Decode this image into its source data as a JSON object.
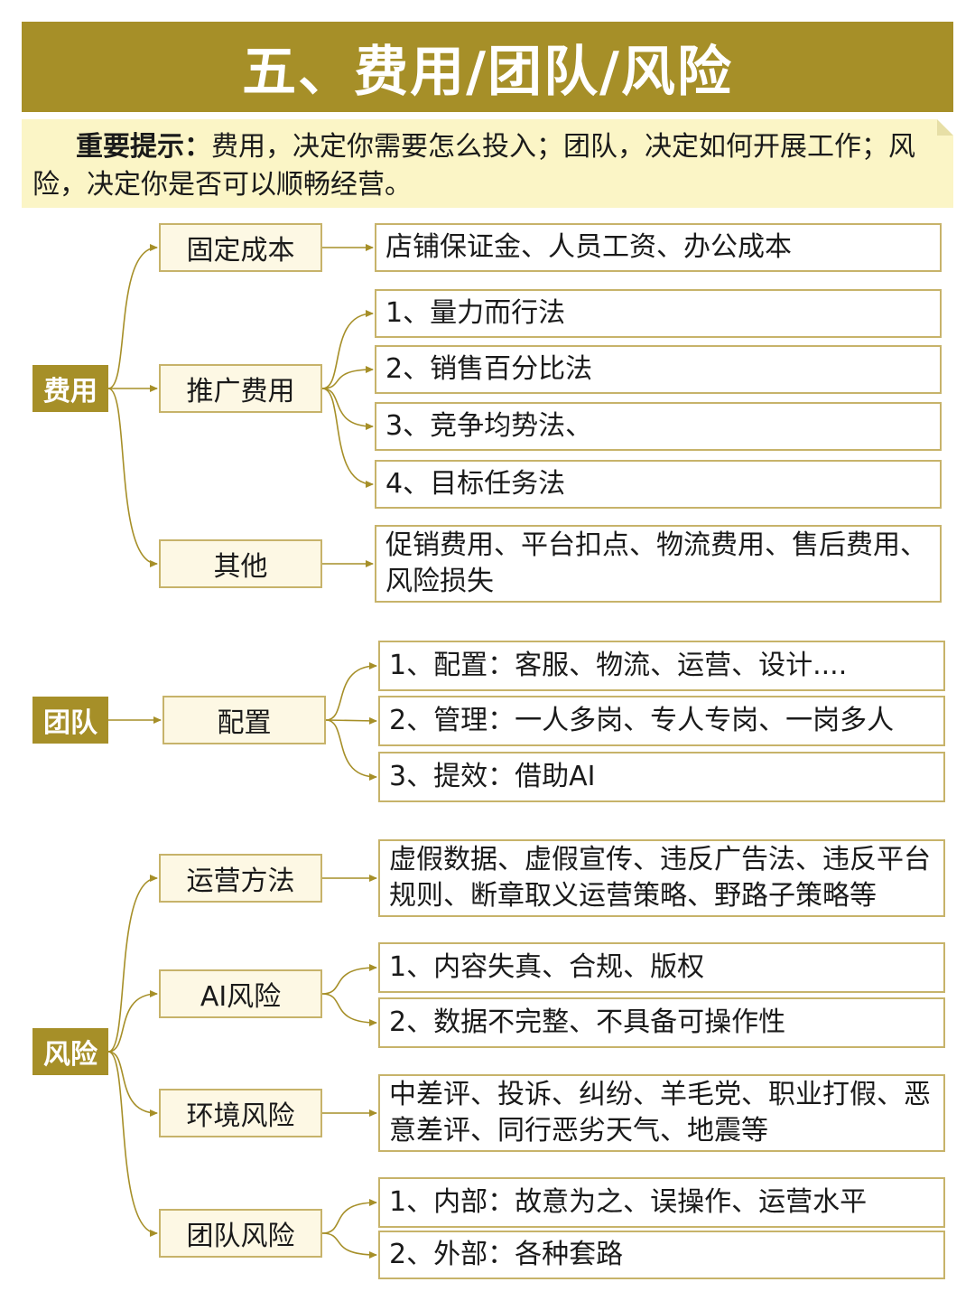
{
  "title": "五、费用/团队/风险",
  "tip": {
    "label": "重要提示：",
    "text": "费用，决定你需要怎么投入；团队，决定如何开展工作；风险，决定你是否可以顺畅经营。"
  },
  "groups": [
    {
      "label": "费用",
      "children": [
        {
          "label": "固定成本",
          "items": [
            "店铺保证金、人员工资、办公成本"
          ]
        },
        {
          "label": "推广费用",
          "items": [
            "1、量力而行法",
            "2、销售百分比法",
            "3、竞争均势法、",
            "4、目标任务法"
          ]
        },
        {
          "label": "其他",
          "items": [
            "促销费用、平台扣点、物流费用、售后费用、风险损失"
          ]
        }
      ]
    },
    {
      "label": "团队",
      "children": [
        {
          "label": "配置",
          "items": [
            "1、配置：客服、物流、运营、设计....",
            "2、管理：一人多岗、专人专岗、一岗多人",
            "3、提效：借助AI"
          ]
        }
      ]
    },
    {
      "label": "风险",
      "children": [
        {
          "label": "运营方法",
          "items": [
            "虚假数据、虚假宣传、违反广告法、违反平台规则、断章取义运营策略、野路子策略等"
          ]
        },
        {
          "label": "AI风险",
          "items": [
            "1、内容失真、合规、版权",
            "2、数据不完整、不具备可操作性"
          ]
        },
        {
          "label": "环境风险",
          "items": [
            "中差评、投诉、纠纷、羊毛党、职业打假、恶意差评、同行恶劣天气、地震等"
          ]
        },
        {
          "label": "团队风险",
          "items": [
            "1、内部：故意为之、误操作、运营水平",
            "2、外部：各种套路"
          ]
        }
      ]
    }
  ],
  "colors": {
    "accent": "#a68f28",
    "tip_bg": "#fbf5c6",
    "box_border": "#c7b36a",
    "mid_bg": "#fdf8e4"
  }
}
